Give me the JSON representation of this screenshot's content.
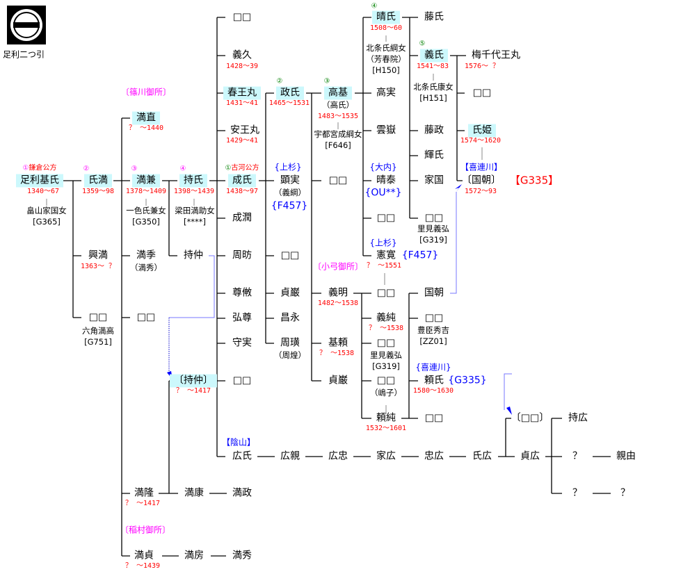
{
  "crest": {
    "caption": "足利二つ引"
  },
  "labels": {
    "kamakura_num": "①",
    "kamakura": "鎌倉公方",
    "num2": "②",
    "num3": "③",
    "num4": "④",
    "sasagawa": "〔篠川御所〕",
    "koga_num": "①",
    "koga": "古河公方",
    "g2": "②",
    "g3": "③",
    "g4": "④",
    "g5": "⑤",
    "uesugi1": "{上杉}",
    "f457a": "{F457}",
    "ouchi": "{大内}",
    "ou": "{OU**}",
    "uesugi2": "{上杉}",
    "f457b": "{F457}",
    "oyumi": "〔小弓御所〕",
    "kitsuregawa1": "【喜連川】",
    "g335a": "【G335】",
    "kitsuregawa2": "{喜連川}",
    "g335b": "{G335}",
    "kageyama": "【陰山】",
    "inamura": "〔稲村御所〕"
  },
  "nodes": {
    "motouji": {
      "name": "足利基氏",
      "dates": "1340〜67",
      "spouse": "畠山家国女",
      "ref": "[G365]"
    },
    "ujimitsu": {
      "name": "氏満",
      "dates": "1359〜98"
    },
    "mitsukane": {
      "name": "満兼",
      "dates": "1378〜1409",
      "spouse": "一色氏兼女",
      "ref": "[G350]"
    },
    "mochiuji": {
      "name": "持氏",
      "dates": "1398〜1439",
      "spouse": "梁田満助女",
      "ref": "[****]"
    },
    "mitsunao": {
      "name": "満直",
      "dates": "？ 〜1440"
    },
    "okimitsu": {
      "name": "興満",
      "dates": "1363〜 ？"
    },
    "um1": {
      "name": "□□",
      "spouse": "六角満高",
      "ref": "[G751]"
    },
    "mitsusue": {
      "name": "満季",
      "alias": "（満秀）"
    },
    "um2": {
      "name": "□□"
    },
    "mochinaka": {
      "name": "持仲"
    },
    "mochinaka2": {
      "name": "〔持仲〕",
      "dates": "？ 〜1417"
    },
    "mitsutaka": {
      "name": "満隆",
      "dates": "？ 〜1417"
    },
    "mitsuyasu": {
      "name": "満康"
    },
    "mitsumasa": {
      "name": "満政"
    },
    "mitsusada": {
      "name": "満貞",
      "dates": "？ 〜1439"
    },
    "mitsufusa": {
      "name": "満房"
    },
    "mitsuhide": {
      "name": "満秀"
    },
    "um3": {
      "name": "□□"
    },
    "yoshihisa": {
      "name": "義久",
      "dates": "1428〜39"
    },
    "haruomaru": {
      "name": "春王丸",
      "dates": "1431〜41"
    },
    "yasuomaru": {
      "name": "安王丸",
      "dates": "1429〜41"
    },
    "shigeuji": {
      "name": "成氏",
      "dates": "1438〜97"
    },
    "shigejun": {
      "name": "成潤"
    },
    "shubo": {
      "name": "周昉"
    },
    "songo": {
      "name": "尊敒"
    },
    "koson": {
      "name": "弘尊"
    },
    "shujitsu": {
      "name": "守実"
    },
    "um4": {
      "name": "□□"
    },
    "hirouji": {
      "name": "広氏"
    },
    "hirochika": {
      "name": "広親"
    },
    "hirotada": {
      "name": "広忠"
    },
    "iehiro": {
      "name": "家広"
    },
    "tadahiro": {
      "name": "忠広"
    },
    "ujihiro": {
      "name": "氏広"
    },
    "sadahiro": {
      "name": "貞広"
    },
    "um_bracket": {
      "name": "〔□□〕"
    },
    "mochihiro": {
      "name": "持広"
    },
    "q1": {
      "name": "？"
    },
    "chikayoshi": {
      "name": "親由"
    },
    "q2": {
      "name": "？"
    },
    "q3": {
      "name": "？"
    },
    "masauji": {
      "name": "政氏",
      "dates": "1465〜1531"
    },
    "akizane": {
      "name": "顕実",
      "alias": "（義綱）"
    },
    "um5": {
      "name": "□□"
    },
    "teigan1": {
      "name": "貞巌"
    },
    "shoei": {
      "name": "昌永"
    },
    "shuko": {
      "name": "周璜",
      "alias": "（周煌）"
    },
    "takamoto": {
      "name": "高基",
      "alias": "（高氏）",
      "dates": "1483〜1535",
      "spouse": "宇都宮成綱女",
      "ref": "[F646]"
    },
    "um6": {
      "name": "□□"
    },
    "yoshiaki": {
      "name": "義明",
      "dates": "1482〜1538"
    },
    "motoyori": {
      "name": "基頼",
      "dates": "？ 〜1538"
    },
    "teigan2": {
      "name": "貞巌"
    },
    "haruuji": {
      "name": "晴氏",
      "dates": "1508〜60",
      "spouse": "北条氏綱女",
      "alias": "（芳春院）",
      "ref": "[H150]"
    },
    "takazane": {
      "name": "高実"
    },
    "ungaku": {
      "name": "雲嶽"
    },
    "haruyasu": {
      "name": "晴泰"
    },
    "um7": {
      "name": "□□"
    },
    "norihiro": {
      "name": "憲寛",
      "dates": "？ 〜1551"
    },
    "um8": {
      "name": "□□"
    },
    "yoshizumi": {
      "name": "義純",
      "dates": "？ 〜1538"
    },
    "um9": {
      "name": "□□",
      "spouse": "里見義弘",
      "ref": "[G319]"
    },
    "um10": {
      "name": "□□",
      "alias": "（嶋子）"
    },
    "yorizumi": {
      "name": "頼純",
      "dates": "1532〜1601"
    },
    "fujiuji": {
      "name": "藤氏"
    },
    "yoshiuji": {
      "name": "義氏",
      "dates": "1541〜83",
      "spouse": "北条氏康女",
      "ref": "[H151]"
    },
    "fujimasa": {
      "name": "藤政"
    },
    "teruuji": {
      "name": "輝氏"
    },
    "iekuni": {
      "name": "家国"
    },
    "um11": {
      "name": "□□",
      "spouse": "里見義弘",
      "ref": "[G319]"
    },
    "kunitomo": {
      "name": "国朝"
    },
    "um12": {
      "name": "□□",
      "spouse": "豊臣秀吉",
      "ref": "[ZZ01]"
    },
    "yoriuji": {
      "name": "頼氏",
      "dates": "1580〜1630"
    },
    "um13": {
      "name": "□□"
    },
    "umechiyo": {
      "name": "梅千代王丸",
      "dates": "1576〜 ？"
    },
    "um14": {
      "name": "□□"
    },
    "ujihime": {
      "name": "氏姫",
      "dates": "1574〜1620"
    },
    "kunitomo2": {
      "name": "〔国朝〕",
      "dates": "1572〜93"
    }
  }
}
